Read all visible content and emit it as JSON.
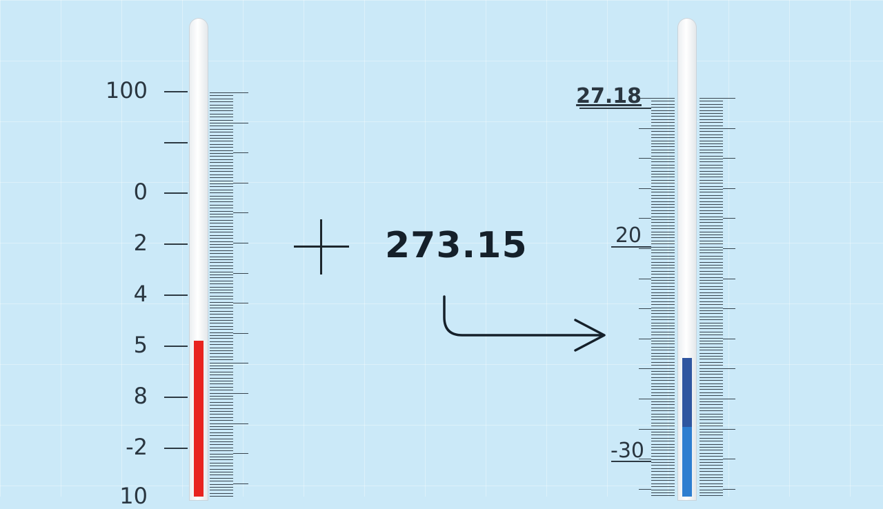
{
  "operation": {
    "symbol": "+",
    "value": "273.15"
  },
  "left_thermometer": {
    "labels": [
      "100",
      "0",
      "2",
      "4",
      "5",
      "8",
      "-2",
      "10"
    ],
    "fill_color": "#e8231f",
    "fill_level": 0.32
  },
  "right_thermometer": {
    "labels": [
      "27.18",
      "20",
      "-30"
    ],
    "fill_color": "#2f63b5",
    "fill_level": 0.29
  },
  "icons": {
    "arrow": "curved-arrow-right-icon",
    "plus": "plus-icon"
  }
}
